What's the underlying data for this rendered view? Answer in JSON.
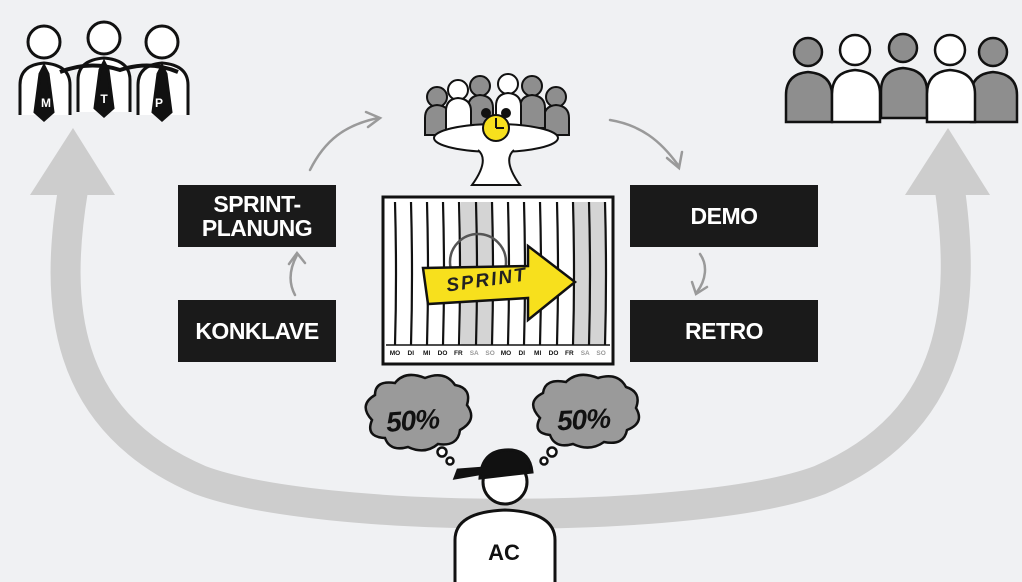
{
  "boxes": {
    "sprint_planning_line1": "SPRINT-",
    "sprint_planning_line2": "PLANUNG",
    "konklave": "KONKLAVE",
    "demo": "DEMO",
    "retro": "RETRO"
  },
  "product_owners": [
    "M",
    "T",
    "P"
  ],
  "sprint_label": "SPRINT",
  "calendar_days": [
    {
      "d": "MO",
      "we": false
    },
    {
      "d": "DI",
      "we": false
    },
    {
      "d": "MI",
      "we": false
    },
    {
      "d": "DO",
      "we": false
    },
    {
      "d": "FR",
      "we": false
    },
    {
      "d": "SA",
      "we": true
    },
    {
      "d": "SO",
      "we": true
    },
    {
      "d": "MO",
      "we": false
    },
    {
      "d": "DI",
      "we": false
    },
    {
      "d": "MI",
      "we": false
    },
    {
      "d": "DO",
      "we": false
    },
    {
      "d": "FR",
      "we": false
    },
    {
      "d": "SA",
      "we": true
    },
    {
      "d": "SO",
      "we": true
    }
  ],
  "clouds": {
    "left": "50%",
    "right": "50%"
  },
  "ac_label": "AC",
  "colors": {
    "background": "#f0f1f3",
    "box": "#1a1a1a",
    "arrow_gray": "#c8c8c8",
    "accent_yellow": "#f7e01d",
    "cloud_gray": "#9a9a9a"
  }
}
